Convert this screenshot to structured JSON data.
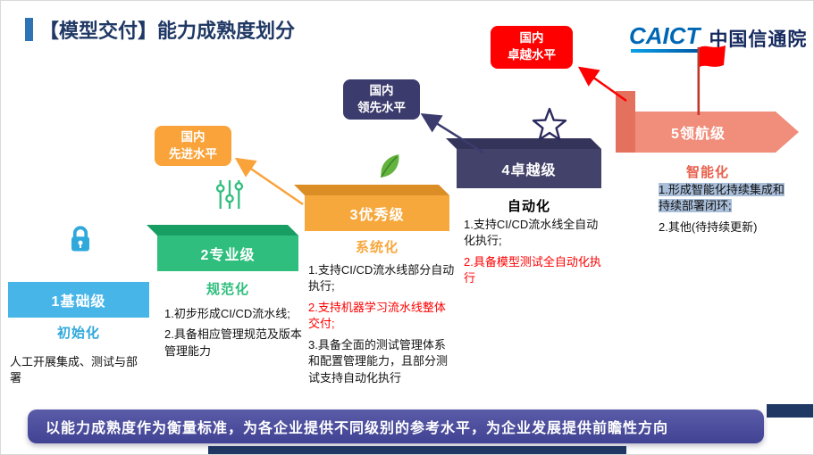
{
  "header": {
    "title": "【模型交付】能力成熟度划分",
    "logo_latin": "CAICT",
    "logo_cn": "中国信通院"
  },
  "badges": [
    {
      "name": "domestic-advanced",
      "line1": "国内",
      "line2": "先进水平",
      "color": "#F9A33A"
    },
    {
      "name": "domestic-leading",
      "line1": "国内",
      "line2": "领先水平",
      "color": "#3B3B6D"
    },
    {
      "name": "domestic-outstanding",
      "line1": "国内",
      "line2": "卓越水平",
      "color": "#FE0000"
    }
  ],
  "levels": [
    {
      "name": "1基础级",
      "stage": "初始化",
      "color": "#47B5E8",
      "icon": "lock-icon",
      "desc": [
        {
          "text": "人工开展集成、测试与部署",
          "style": "normal"
        }
      ]
    },
    {
      "name": "2专业级",
      "stage": "规范化",
      "color": "#2FBE7D",
      "icon": "sliders-icon",
      "desc": [
        {
          "text": "1.初步形成CI/CD流水线;",
          "style": "normal"
        },
        {
          "text": "2.具备相应管理规范及版本管理能力",
          "style": "normal"
        }
      ]
    },
    {
      "name": "3优秀级",
      "stage": "系统化",
      "color": "#F7A83D",
      "icon": "leaf-icon",
      "desc": [
        {
          "text": "1.支持CI/CD流水线部分自动执行;",
          "style": "normal"
        },
        {
          "text": "2.支持机器学习流水线整体交付;",
          "style": "red"
        },
        {
          "text": "3.具备全面的测试管理体系和配置管理能力，且部分测试支持自动化执行",
          "style": "normal"
        }
      ]
    },
    {
      "name": "4卓越级",
      "stage": "自动化",
      "color": "#42426B",
      "icon": "star-icon",
      "desc": [
        {
          "text": "1.支持CI/CD流水线全自动化执行;",
          "style": "normal"
        },
        {
          "text": "2.具备模型测试全自动化执行",
          "style": "red"
        }
      ]
    },
    {
      "name": "5领航级",
      "stage": "智能化",
      "color": "#F08D7B",
      "icon": "flag-icon",
      "desc": [
        {
          "text": "1.形成智能化持续集成和持续部署闭环;",
          "style": "highlight"
        },
        {
          "text": "2.其他(待持续更新)",
          "style": "normal"
        }
      ]
    }
  ],
  "footer": {
    "banner": "以能力成熟度作为衡量标准，为各企业提供不同级别的参考水平，为企业发展提供前瞻性方向"
  },
  "colors": {
    "title": "#1F3864",
    "title_accent": "#2E74B5",
    "red_text": "#FE0000",
    "highlight": "#A9BED9",
    "banner": "#4B4D9E",
    "navy_accent": "#1F3864"
  }
}
